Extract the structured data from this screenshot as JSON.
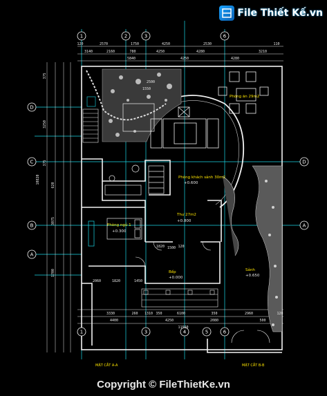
{
  "watermark": {
    "logo_text": "File Thiết Kế.vn",
    "copyright": "Copyright © FileThietKe.vn"
  },
  "grid_bubbles": {
    "top": [
      "1",
      "2",
      "3",
      "6"
    ],
    "bottom": [
      "1",
      "3",
      "4",
      "5",
      "6"
    ],
    "left": [
      "D",
      "C",
      "B",
      "A"
    ],
    "right": [
      "D",
      "A"
    ]
  },
  "dims_top": {
    "row1": [
      "120",
      "2570",
      "1750",
      "4250",
      "2530",
      "110"
    ],
    "row2": [
      "3140",
      "2160",
      "780",
      "4250",
      "4280",
      "3210"
    ],
    "row3": [
      "5840",
      "4250",
      "4280"
    ]
  },
  "dims_bottom": {
    "row1": [
      "3330",
      "260",
      "1310",
      "350",
      "6100",
      "350",
      "2960",
      "120"
    ],
    "row2": [
      "4400",
      "4250",
      "2080",
      "500"
    ],
    "total": "11560"
  },
  "dims_left": [
    "375",
    "3250",
    "375",
    "620",
    "3075",
    "1700",
    "10820"
  ],
  "labels": {
    "khach": "Phòng khách sảnh 30m2",
    "khach_level": "+0.600",
    "ngu": "Phòng ngủ 1",
    "ngu_level": "+0.300",
    "an": "Phòng ăn 29m2",
    "thu": "Thư 27m2",
    "thu_level": "+0.800",
    "bep": "Bếp",
    "bep_level": "+0.000",
    "sanh": "Sảnh",
    "sanh_level": "+0.650",
    "dims_room": [
      "2500",
      "1550",
      "1820",
      "120",
      "1500",
      "1450",
      "1820",
      "2060"
    ]
  },
  "section_marks": {
    "a": "MẶT CẮT A-A",
    "b": "MẶT CẮT B-B"
  }
}
